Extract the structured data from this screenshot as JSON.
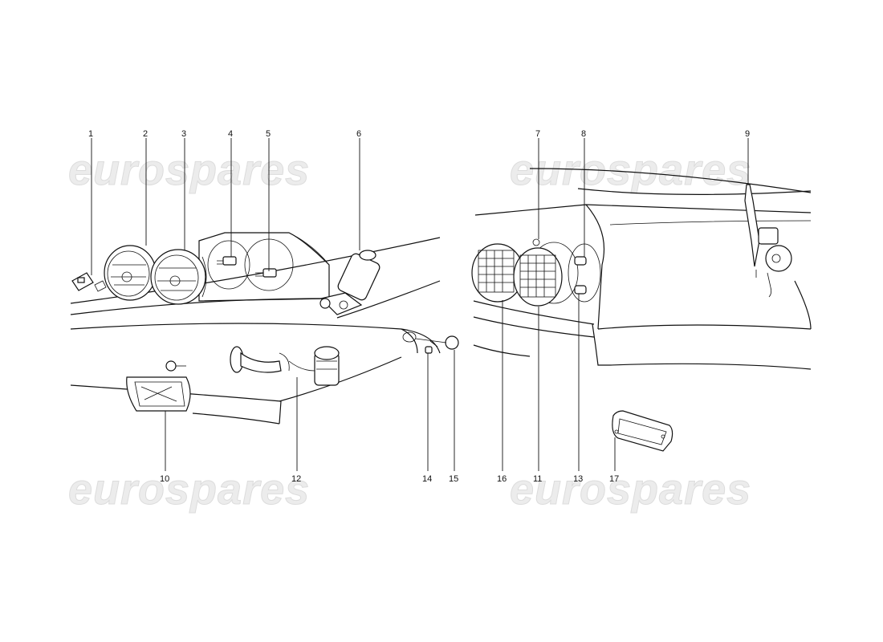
{
  "watermark": {
    "text": "eurospares"
  },
  "callouts": {
    "c1": "1",
    "c2": "2",
    "c3": "3",
    "c4": "4",
    "c5": "5",
    "c6": "6",
    "c7": "7",
    "c8": "8",
    "c9": "9",
    "c10": "10",
    "c11": "11",
    "c12": "12",
    "c13": "13",
    "c14": "14",
    "c15": "15",
    "c16": "16",
    "c17": "17"
  },
  "colors": {
    "line": "#111111",
    "background": "#ffffff",
    "watermark": "#e6e6e6"
  }
}
